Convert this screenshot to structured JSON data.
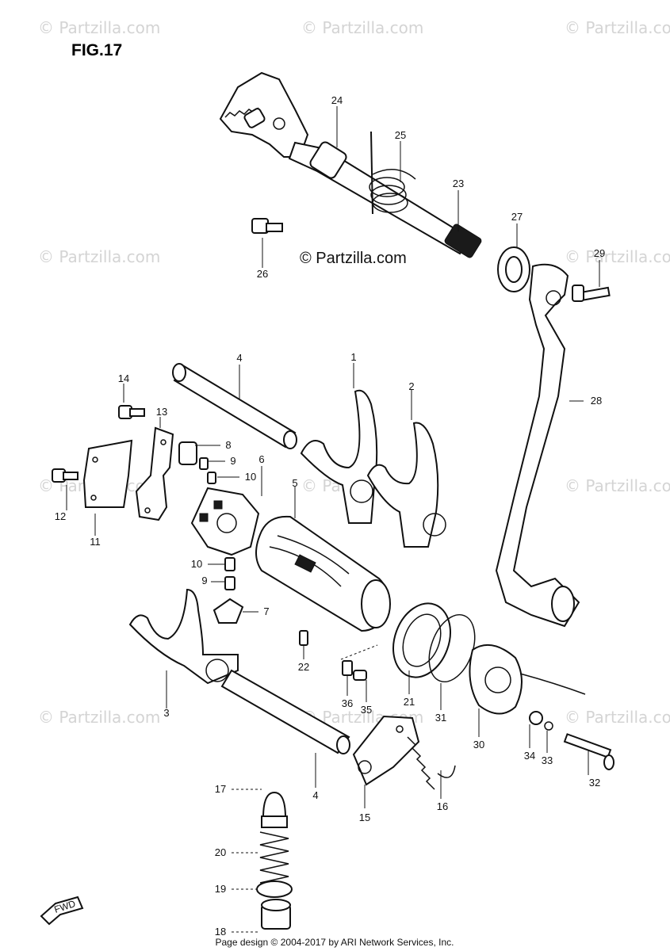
{
  "figure_label": "FIG.17",
  "watermark_text": "© Partzilla.com",
  "center_watermark": "© Partzilla.com",
  "footer_text": "Page design © 2004-2017 by ARI Network Services, Inc.",
  "front_marker": "FWD",
  "parts": [
    {
      "number": "1"
    },
    {
      "number": "2"
    },
    {
      "number": "3"
    },
    {
      "number": "4"
    },
    {
      "number": "4"
    },
    {
      "number": "5"
    },
    {
      "number": "6"
    },
    {
      "number": "7"
    },
    {
      "number": "8"
    },
    {
      "number": "9"
    },
    {
      "number": "9"
    },
    {
      "number": "10"
    },
    {
      "number": "10"
    },
    {
      "number": "11"
    },
    {
      "number": "12"
    },
    {
      "number": "13"
    },
    {
      "number": "14"
    },
    {
      "number": "15"
    },
    {
      "number": "16"
    },
    {
      "number": "17"
    },
    {
      "number": "18"
    },
    {
      "number": "19"
    },
    {
      "number": "20"
    },
    {
      "number": "21"
    },
    {
      "number": "22"
    },
    {
      "number": "23"
    },
    {
      "number": "24"
    },
    {
      "number": "25"
    },
    {
      "number": "26"
    },
    {
      "number": "27"
    },
    {
      "number": "28"
    },
    {
      "number": "29"
    },
    {
      "number": "30"
    },
    {
      "number": "31"
    },
    {
      "number": "32"
    },
    {
      "number": "33"
    },
    {
      "number": "34"
    },
    {
      "number": "35"
    },
    {
      "number": "36"
    }
  ]
}
